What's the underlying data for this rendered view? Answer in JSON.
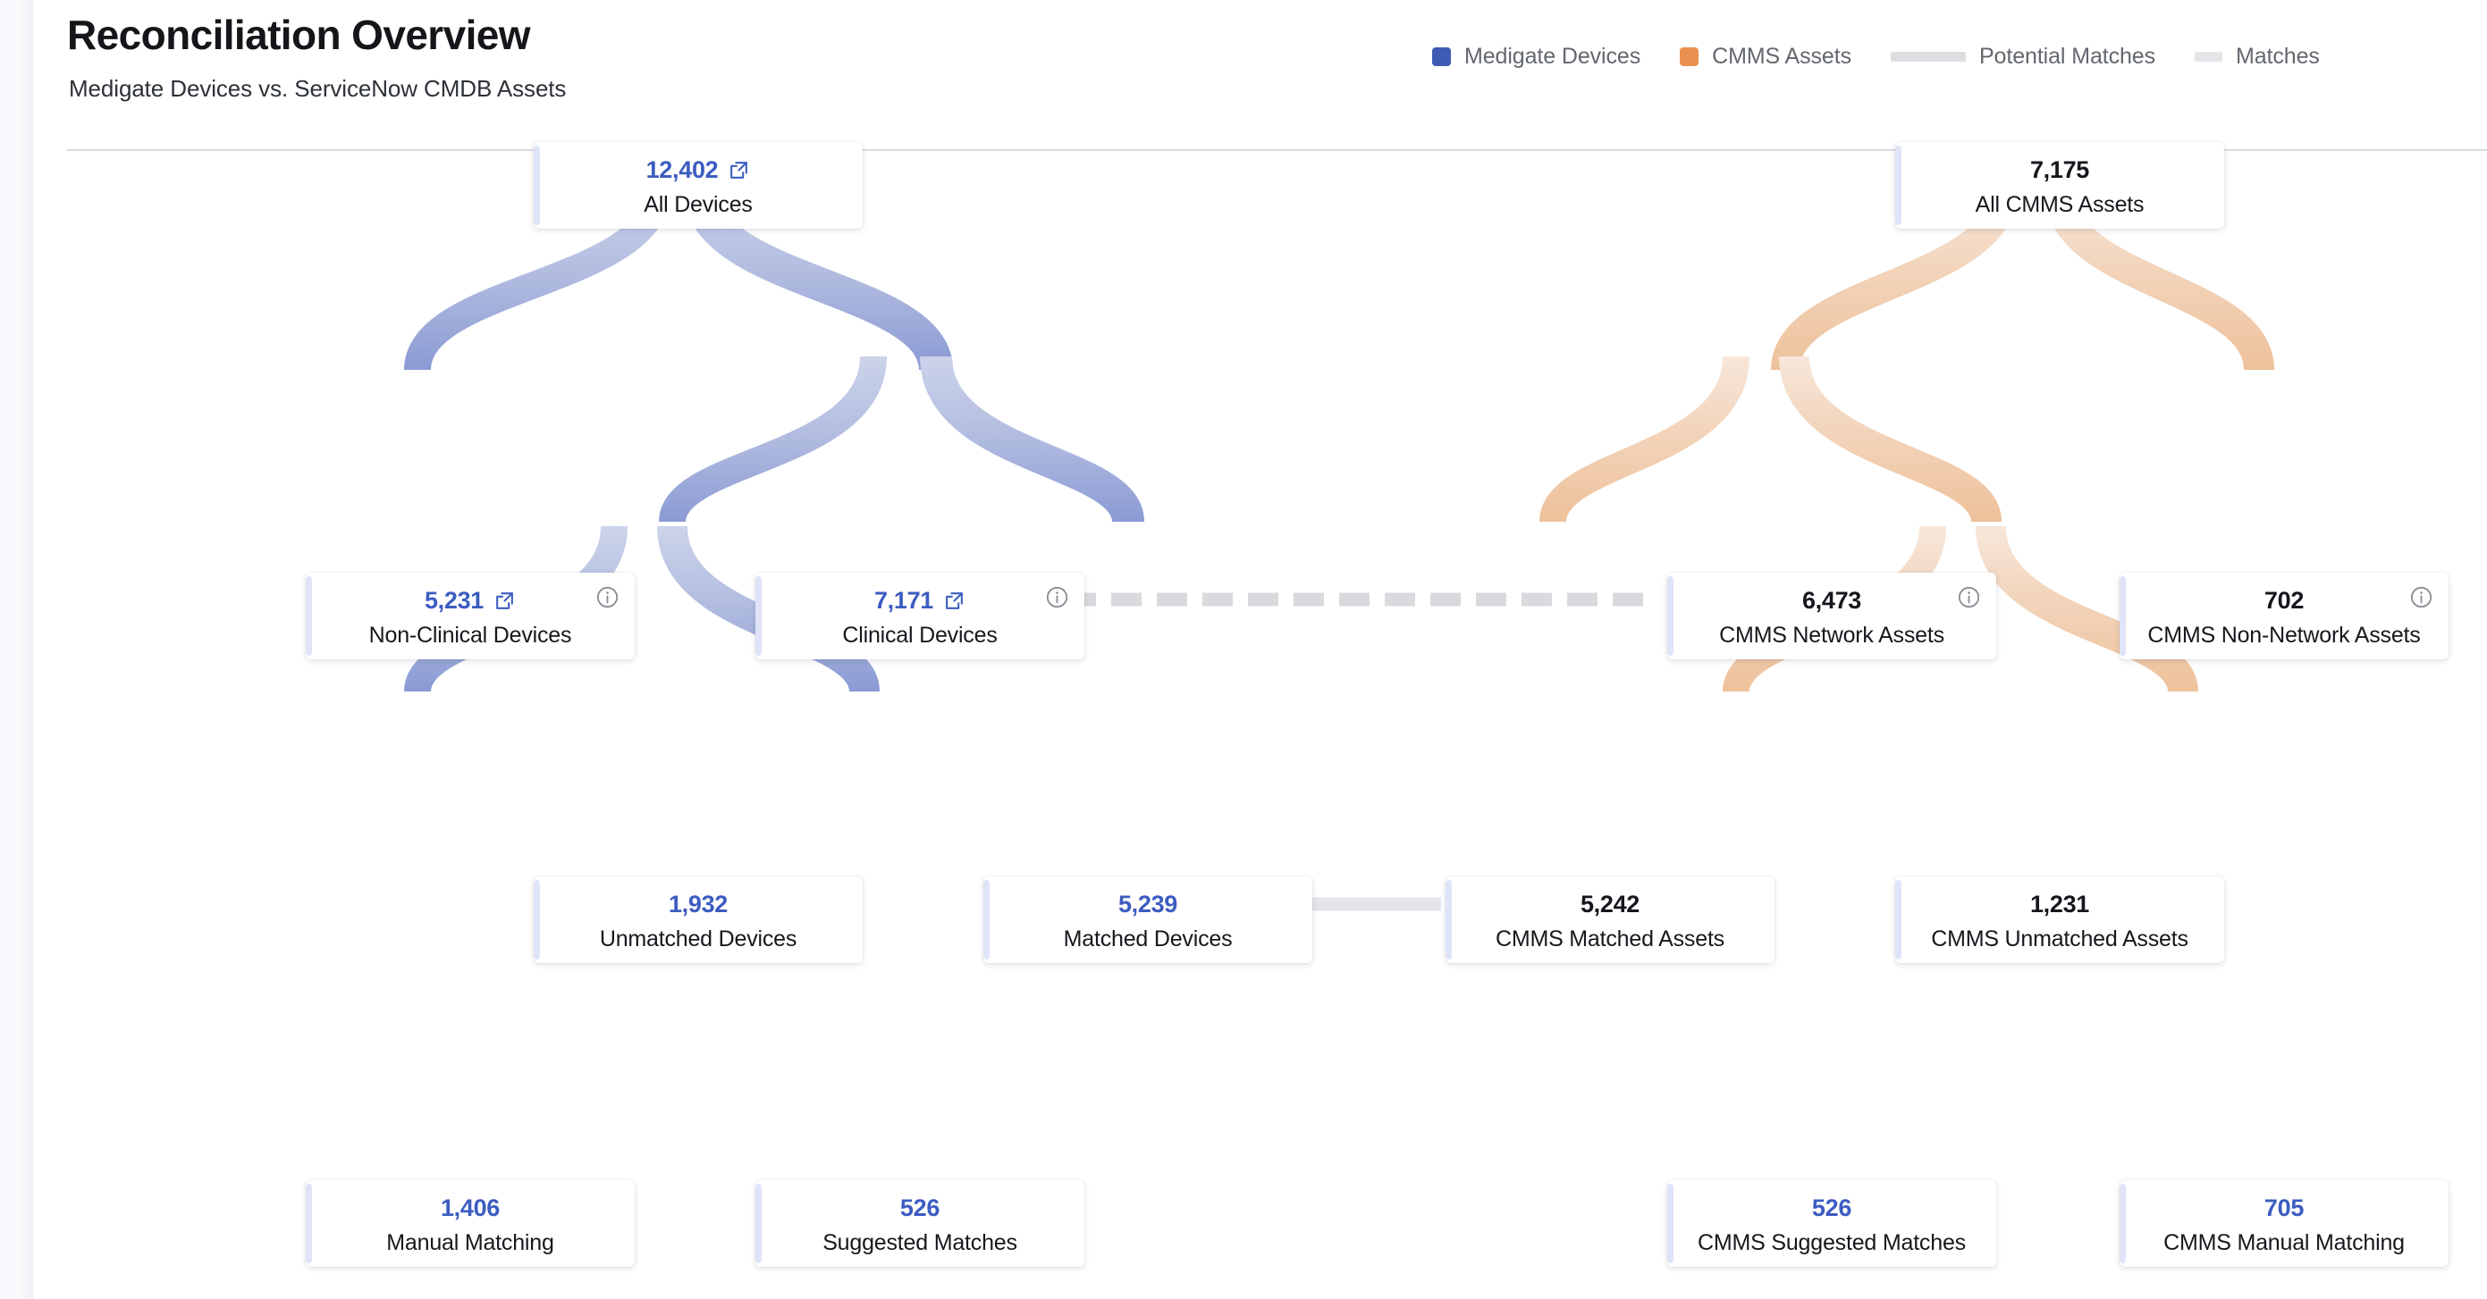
{
  "header": {
    "title": "Reconciliation Overview",
    "subtitle": "Medigate Devices vs. ServiceNow CMDB Assets"
  },
  "legend": {
    "items": [
      {
        "label": "Medigate Devices",
        "marker": "square",
        "color": "#3f5cb4",
        "icon": "blue-square-swatch"
      },
      {
        "label": "CMMS Assets",
        "marker": "square",
        "color": "#e89050",
        "icon": "orange-square-swatch"
      },
      {
        "label": "Potential Matches",
        "marker": "line-long",
        "color": "#dcdee1",
        "icon": "gray-long-line-swatch"
      },
      {
        "label": "Matches",
        "marker": "line-short",
        "color": "#e3e5e8",
        "icon": "gray-short-line-swatch"
      }
    ]
  },
  "colors": {
    "medigate_blue": "#3f5cb4",
    "cmms_orange": "#e89050",
    "value_blue": "#3c5cc0",
    "value_dark": "#15171c",
    "link_gray": "#d8dadd",
    "card_accent": "#dfe4f8",
    "flow_blue_top": "#ccd3ea",
    "flow_blue_bottom": "#8b9ad4",
    "flow_orange_top": "#f6e3d4",
    "flow_orange_bottom": "#efc29b"
  },
  "chart_data": {
    "type": "diagram",
    "title": "Reconciliation Overview",
    "subtitle": "Medigate Devices vs. ServiceNow CMDB Assets",
    "nodes": [
      {
        "id": "all-devices",
        "value": "12,402",
        "number": 12402,
        "label": "All Devices",
        "side": "medigate",
        "row": 1,
        "value_color": "blue",
        "has_external_link": true,
        "has_info": false
      },
      {
        "id": "non-clinical-devices",
        "value": "5,231",
        "number": 5231,
        "label": "Non-Clinical Devices",
        "side": "medigate",
        "row": 2,
        "value_color": "blue",
        "has_external_link": true,
        "has_info": true
      },
      {
        "id": "clinical-devices",
        "value": "7,171",
        "number": 7171,
        "label": "Clinical Devices",
        "side": "medigate",
        "row": 2,
        "value_color": "blue",
        "has_external_link": true,
        "has_info": true
      },
      {
        "id": "unmatched-devices",
        "value": "1,932",
        "number": 1932,
        "label": "Unmatched Devices",
        "side": "medigate",
        "row": 3,
        "value_color": "blue",
        "has_external_link": false,
        "has_info": false
      },
      {
        "id": "matched-devices",
        "value": "5,239",
        "number": 5239,
        "label": "Matched Devices",
        "side": "medigate",
        "row": 3,
        "value_color": "blue",
        "has_external_link": false,
        "has_info": false
      },
      {
        "id": "manual-matching",
        "value": "1,406",
        "number": 1406,
        "label": "Manual Matching",
        "side": "medigate",
        "row": 4,
        "value_color": "blue",
        "has_external_link": false,
        "has_info": false
      },
      {
        "id": "suggested-matches",
        "value": "526",
        "number": 526,
        "label": "Suggested Matches",
        "side": "medigate",
        "row": 4,
        "value_color": "blue",
        "has_external_link": false,
        "has_info": false
      },
      {
        "id": "all-cmms-assets",
        "value": "7,175",
        "number": 7175,
        "label": "All CMMS Assets",
        "side": "cmms",
        "row": 1,
        "value_color": "dark",
        "has_external_link": false,
        "has_info": false
      },
      {
        "id": "cmms-network-assets",
        "value": "6,473",
        "number": 6473,
        "label": "CMMS Network Assets",
        "side": "cmms",
        "row": 2,
        "value_color": "dark",
        "has_external_link": false,
        "has_info": true
      },
      {
        "id": "cmms-non-network-assets",
        "value": "702",
        "number": 702,
        "label": "CMMS Non-Network Assets",
        "side": "cmms",
        "row": 2,
        "value_color": "dark",
        "has_external_link": false,
        "has_info": true
      },
      {
        "id": "cmms-matched-assets",
        "value": "5,242",
        "number": 5242,
        "label": "CMMS Matched Assets",
        "side": "cmms",
        "row": 3,
        "value_color": "dark",
        "has_external_link": false,
        "has_info": false
      },
      {
        "id": "cmms-unmatched-assets",
        "value": "1,231",
        "number": 1231,
        "label": "CMMS Unmatched Assets",
        "side": "cmms",
        "row": 3,
        "value_color": "dark",
        "has_external_link": false,
        "has_info": false
      },
      {
        "id": "cmms-suggested-matches",
        "value": "526",
        "number": 526,
        "label": "CMMS Suggested Matches",
        "side": "cmms",
        "row": 4,
        "value_color": "blue",
        "has_external_link": false,
        "has_info": false
      },
      {
        "id": "cmms-manual-matching",
        "value": "705",
        "number": 705,
        "label": "CMMS Manual Matching",
        "side": "cmms",
        "row": 4,
        "value_color": "blue",
        "has_external_link": false,
        "has_info": false
      }
    ],
    "links": [
      {
        "from": "all-devices",
        "to": "non-clinical-devices",
        "kind": "flow-blue"
      },
      {
        "from": "all-devices",
        "to": "clinical-devices",
        "kind": "flow-blue"
      },
      {
        "from": "clinical-devices",
        "to": "unmatched-devices",
        "kind": "flow-blue"
      },
      {
        "from": "clinical-devices",
        "to": "matched-devices",
        "kind": "flow-blue"
      },
      {
        "from": "unmatched-devices",
        "to": "manual-matching",
        "kind": "flow-blue"
      },
      {
        "from": "unmatched-devices",
        "to": "suggested-matches",
        "kind": "flow-blue"
      },
      {
        "from": "all-cmms-assets",
        "to": "cmms-network-assets",
        "kind": "flow-orange"
      },
      {
        "from": "all-cmms-assets",
        "to": "cmms-non-network-assets",
        "kind": "flow-orange"
      },
      {
        "from": "cmms-network-assets",
        "to": "cmms-matched-assets",
        "kind": "flow-orange"
      },
      {
        "from": "cmms-network-assets",
        "to": "cmms-unmatched-assets",
        "kind": "flow-orange"
      },
      {
        "from": "cmms-unmatched-assets",
        "to": "cmms-suggested-matches",
        "kind": "flow-orange"
      },
      {
        "from": "cmms-unmatched-assets",
        "to": "cmms-manual-matching",
        "kind": "flow-orange"
      },
      {
        "from": "clinical-devices",
        "to": "cmms-network-assets",
        "kind": "potential-matches-dashed"
      },
      {
        "from": "matched-devices",
        "to": "cmms-matched-assets",
        "kind": "matches-solid"
      }
    ]
  }
}
